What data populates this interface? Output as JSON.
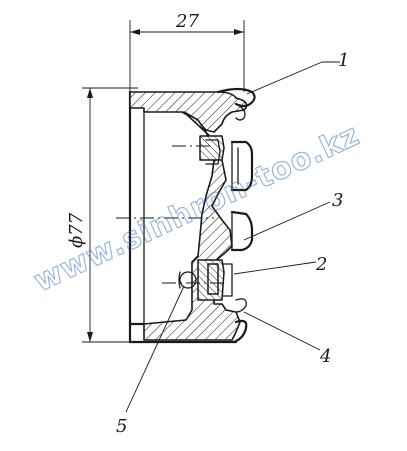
{
  "dimensions": {
    "width_label": "27",
    "diameter_label": "ϕ77"
  },
  "callouts": [
    "1",
    "2",
    "3",
    "4",
    "5"
  ],
  "watermark": "www.sinhron-too.kz",
  "colors": {
    "ink": "#1a1a1a",
    "watermark": "#3b6fc2",
    "background": "#ffffff"
  }
}
